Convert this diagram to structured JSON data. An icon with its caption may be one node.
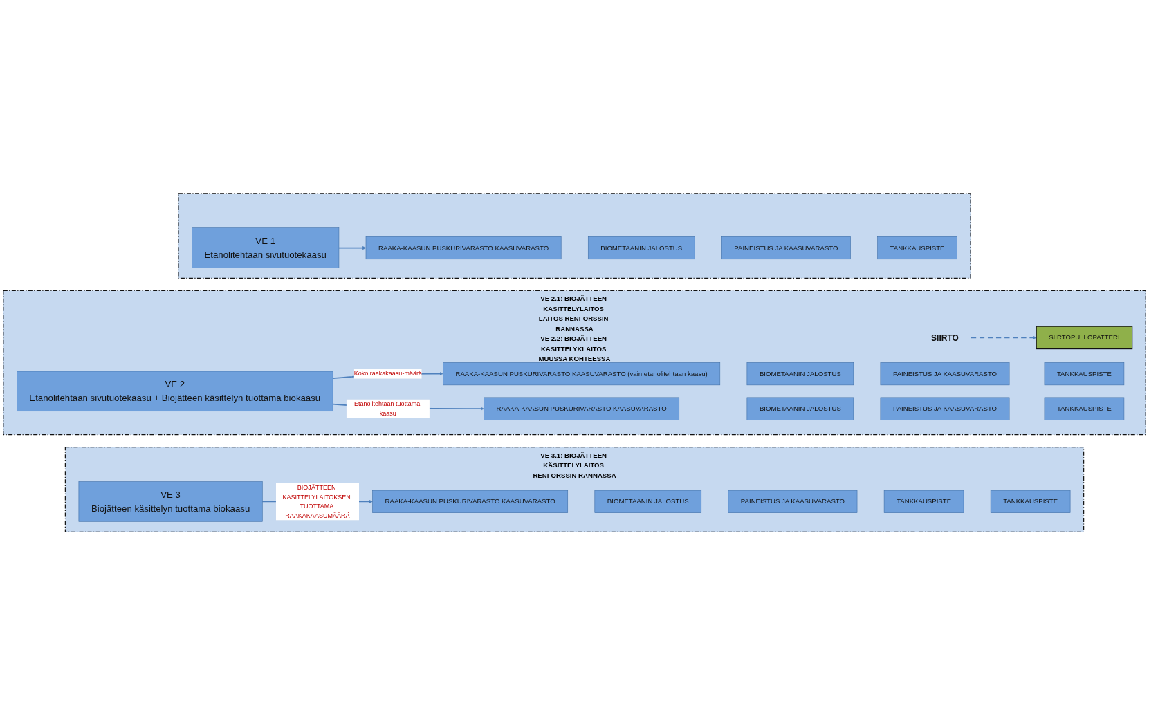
{
  "diagram": {
    "nodes": [
      {
        "text": [],
        "shape": "box"
      },
      {
        "text": [
          "VE 1",
          "Etanolitehtaan sivutuotekaasu"
        ],
        "in": 0
      },
      {
        "text": [
          "RAAKA-KAASUN PUSKURIVARASTO KAASUVARASTO"
        ],
        "in": 0
      },
      {
        "text": [
          "BIOMETAANIN JALOSTUS"
        ],
        "in": 0
      },
      {
        "text": [
          "PAINEISTUS JA KAASUVARASTO"
        ],
        "in": 0
      },
      {
        "text": [
          "TANKKAUSPISTE"
        ],
        "in": 0
      },
      {
        "text": [
          "VE 2.1: BIOJÄTTEEN KÄSITTELYLAITOS LAITOS RENFORSSIN RANNASSA",
          "VE 2.2: BIOJÄTTEEN KÄSITTELYKLAITOS MUUSSA KOHTEESSA"
        ]
      },
      {
        "text": [
          "VE 2",
          "Etanolitehtaan sivutuotekaasu + Biojätteen käsittelyn tuottama biokaasu"
        ],
        "in": 6
      },
      {
        "text": [
          "RAAKA-KAASUN PUSKURIVARASTO KAASUVARASTO (vain etanolitehtaan kaasu)"
        ],
        "in": 6
      },
      {
        "text": [
          "BIOMETAANIN JALOSTUS"
        ],
        "in": 6
      },
      {
        "text": [
          "PAINEISTUS JA KAASUVARASTO"
        ],
        "in": 6
      },
      {
        "text": [
          "TANKKAUSPISTE"
        ],
        "in": 6
      },
      {
        "text": [
          "RAAKA-KAASUN PUSKURIVARASTO KAASUVARASTO"
        ],
        "in": 6
      },
      {
        "text": [
          "BIOMETAANIN JALOSTUS"
        ],
        "in": 6
      },
      {
        "text": [
          "PAINEISTUS JA KAASUVARASTO"
        ],
        "in": 6
      },
      {
        "text": [
          "TANKKAUSPISTE"
        ],
        "in": 6
      },
      {
        "text": [
          "SIIRTO"
        ],
        "in": 6
      },
      {
        "text": [
          "SIIRTOPULLOPATTERI"
        ],
        "in": 6
      },
      {
        "text": [
          "VE 3.1: BIOJÄTTEEN KÄSITTELYLAITOS RENFORSSIN RANNASSA"
        ]
      },
      {
        "text": [
          "VE 3",
          "Biojätteen käsittelyn tuottama biokaasu"
        ],
        "in": 18
      },
      {
        "text": [
          "RAAKA-KAASUN PUSKURIVARASTO KAASUVARASTO"
        ],
        "in": 18
      },
      {
        "text": [
          "BIOMETAANIN JALOSTUS"
        ],
        "in": 18
      },
      {
        "text": [
          "PAINEISTUS JA KAASUVARASTO"
        ],
        "in": 18
      },
      {
        "text": [
          "TANKKAUSPISTE"
        ],
        "in": 18
      },
      {
        "text": [
          "TANKKAUSPISTE"
        ],
        "in": 18
      }
    ],
    "edges": [
      {
        "from": 1,
        "to": 2,
        "arrow": "to"
      },
      {
        "from": 7,
        "to": 8,
        "arrow": "to",
        "label": "Koko raakakaasu-määrä"
      },
      {
        "from": 7,
        "to": 12,
        "arrow": "to",
        "label": "Etanolitehtaan tuottama kaasu"
      },
      {
        "from": 16,
        "to": 17,
        "arrow": "to",
        "style": "dashed"
      },
      {
        "from": 19,
        "to": 20,
        "arrow": "to",
        "label": "BIOJÄTTEEN KÄSITTELYLAITOKSEN TUOTTAMA RAAKAKAASUMÄÄRÄ"
      }
    ]
  }
}
